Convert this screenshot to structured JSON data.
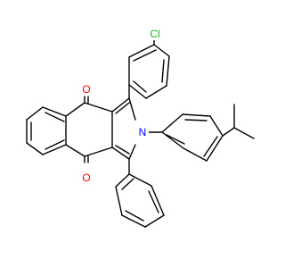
{
  "molecule": {
    "atoms": {
      "chlorine": {
        "symbol": "Cl",
        "color": "#22aa22"
      },
      "nitrogen": {
        "symbol": "N",
        "color": "#0000ff"
      },
      "oxygen_top": {
        "symbol": "O",
        "color": "#ff0000"
      },
      "oxygen_bottom": {
        "symbol": "O",
        "color": "#ff0000"
      }
    },
    "bond_color": "#000000",
    "background": "#ffffff"
  }
}
